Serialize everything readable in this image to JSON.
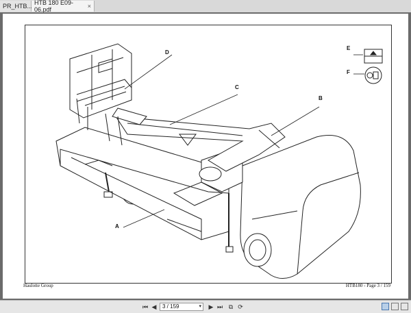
{
  "tabs": [
    {
      "label": "PR_HTB...",
      "close": "×"
    },
    {
      "label": "HTB 180 E09-06.pdf",
      "close": "×"
    }
  ],
  "document": {
    "footer_left": "Haulotte Group",
    "footer_right": "HTB180 - Page 3 / 159",
    "callouts": {
      "A": "A",
      "B": "B",
      "C": "C",
      "D": "D",
      "E": "E",
      "F": "F"
    }
  },
  "toolbar": {
    "page_indicator": "3 / 159",
    "dropdown_glyph": "▾",
    "icons": [
      "first-page-icon",
      "previous-page-icon",
      "next-page-icon",
      "last-page-icon",
      "copy-icon",
      "rotate-icon",
      "single-page-view-icon",
      "two-page-view-icon",
      "continuous-view-icon"
    ]
  }
}
